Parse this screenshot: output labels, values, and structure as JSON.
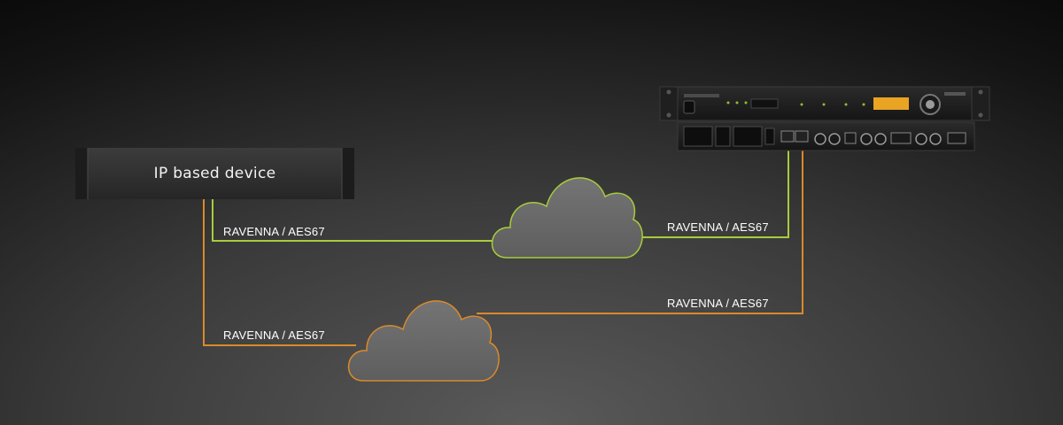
{
  "device": {
    "title": "IP based device"
  },
  "links": {
    "green_left_label": "RAVENNA / AES67",
    "green_right_label": "RAVENNA / AES67",
    "orange_left_label": "RAVENNA / AES67",
    "orange_right_label": "RAVENNA / AES67"
  },
  "colors": {
    "green_link": "#a8cc3c",
    "orange_link": "#d98a2b",
    "cloud_fill": "#6a6a6a"
  }
}
